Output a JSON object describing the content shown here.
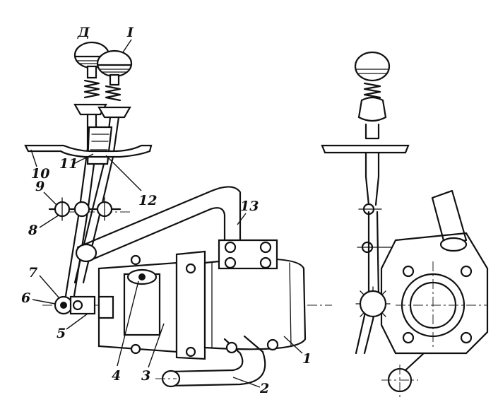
{
  "callouts": {
    "d": "Д",
    "one_roman": "I",
    "n1": "1",
    "n2": "2",
    "n3": "3",
    "n4": "4",
    "n5": "5",
    "n6": "6",
    "n7": "7",
    "n8": "8",
    "n9": "9",
    "n10": "10",
    "n11": "11",
    "n12": "12",
    "n13": "13"
  }
}
